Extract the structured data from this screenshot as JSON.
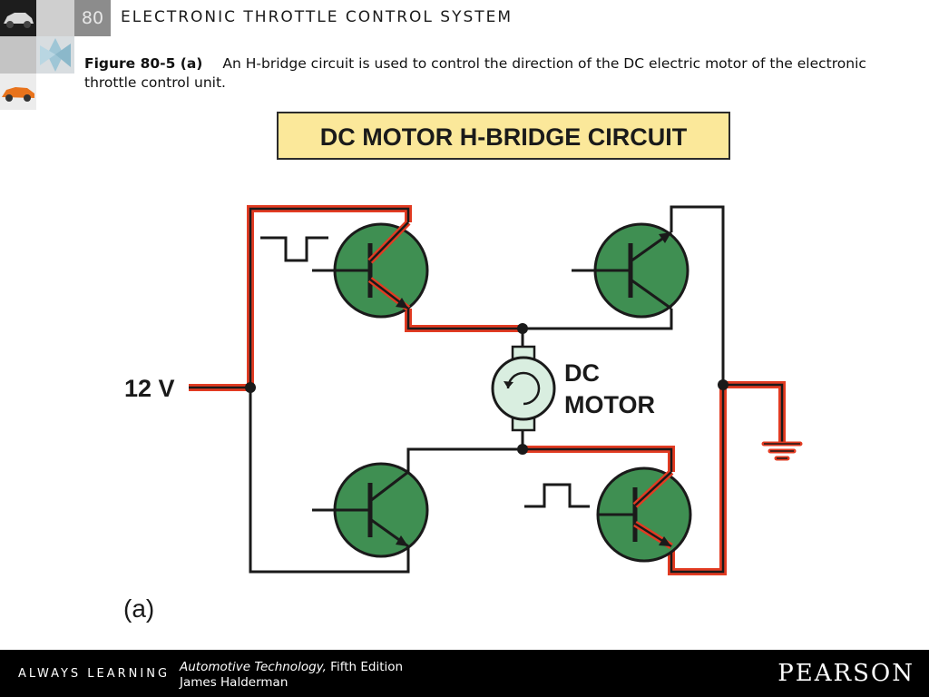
{
  "header": {
    "chapter_number": "80",
    "title": "ELECTRONIC THROTTLE CONTROL SYSTEM"
  },
  "caption": {
    "figure_label": "Figure 80-5 (a)",
    "text": "An H-bridge circuit is used to control the direction of the DC electric motor of the electronic throttle control unit."
  },
  "diagram": {
    "title": "DC MOTOR H-BRIDGE CIRCUIT",
    "voltage_label": "12 V",
    "motor_label_line1": "DC",
    "motor_label_line2": "MOTOR",
    "panel_label": "(a)",
    "colors": {
      "current_path": "#e23b22",
      "wire": "#1a1a1a",
      "transistor_fill": "#3f8f52",
      "title_box_fill": "#fbe89a",
      "motor_fill": "#d9eee0"
    }
  },
  "footer": {
    "tagline": "ALWAYS LEARNING",
    "book_title": "Automotive Technology,",
    "edition": "Fifth Edition",
    "author": "James Halderman",
    "publisher": "PEARSON"
  }
}
